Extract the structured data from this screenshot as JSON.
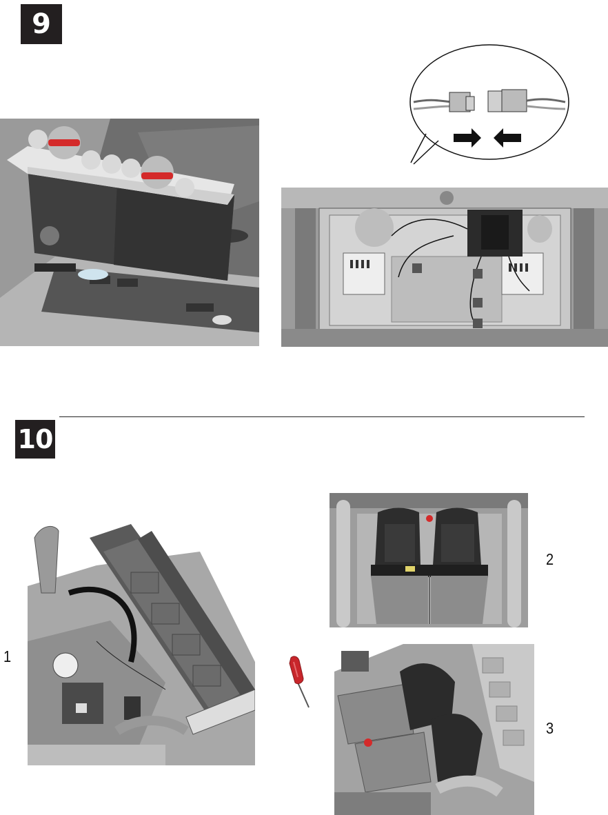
{
  "steps": {
    "step9": {
      "number": "9"
    },
    "step10": {
      "number": "10"
    }
  },
  "callouts": {
    "one": "1",
    "two": "2",
    "three": "3"
  },
  "icons": {
    "connector": "connector-plug-icon",
    "arrows": "push-arrows-icon",
    "screwdriver": "screwdriver-icon"
  },
  "colors": {
    "badge": "#231f20",
    "accent_red": "#d42a2a"
  }
}
